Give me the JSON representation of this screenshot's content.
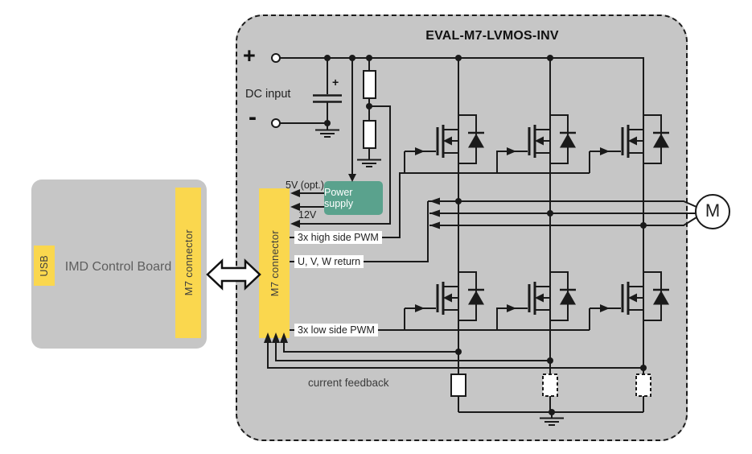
{
  "title": "EVAL-M7-LVMOS-INV",
  "left_board": {
    "label": "IMD Control Board",
    "usb_label": "USB",
    "connector_label": "M7 connector"
  },
  "inverter_board": {
    "connector_label": "M7 connector",
    "dc_input": {
      "label": "DC input",
      "plus": "+",
      "minus": "-",
      "capacitor_plus": "+"
    },
    "power_supply": {
      "label": "Power supply",
      "output_5v": "5V (opt.)",
      "output_12v": "12V"
    },
    "signals": {
      "high_side_pwm": "3x high side PWM",
      "uvw_return": "U, V, W return",
      "low_side_pwm": "3x low side PWM",
      "current_feedback": "current feedback"
    },
    "motor_label": "M"
  },
  "colors": {
    "background": "#FFFFFF",
    "board_fill": "#C6C6C6",
    "connector_yellow": "#FAD74E",
    "power_supply_green": "#5AA28D",
    "wire": "#1A1A1A",
    "label_text": "#222222",
    "board_label_text": "#5E5E5E"
  }
}
